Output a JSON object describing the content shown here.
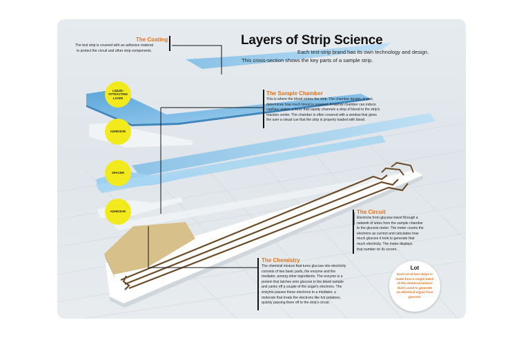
{
  "title": "Layers of Strip Science",
  "subtitle_1": "Each test-strip brand has its own technology and design.",
  "subtitle_2": "This cross-section shows the key parts of a sample strip.",
  "coating": {
    "heading": "The Coating",
    "text_1": "The test strip is covered with an adhesive material",
    "text_2": "to protect the circuit and other strip components."
  },
  "chamber": {
    "heading": "The Sample Chamber",
    "lines": [
      "This is where the blood enters the strip. The chamber design, in part,",
      "determines how much blood is required. A narrow chamber can induce",
      "capillary action, a force that rapidly channels a drop of blood to the strip's",
      "reaction center. The chamber is often covered with a window that gives",
      "the user a visual cue that the strip is properly loaded with blood."
    ]
  },
  "circuit": {
    "heading": "The Circuit",
    "lines": [
      "Electrons from glucose travel through a",
      "network of wires from the sample chamber",
      "to the glucose meter. The meter counts the",
      "electrons as current and calculates how",
      "much glucose it took to generate that",
      "much electricity. The meter displays",
      "that number on its screen."
    ]
  },
  "chemistry": {
    "heading": "The Chemistry",
    "lines": [
      "The chemical mixture that turns glucose into electricity",
      "consists of two basic parts, the enzyme and the",
      "mediator, among other ingredients. The enzyme is a",
      "protein that latches onto glucose in the blood sample",
      "and yanks off a couple of the sugar's electrons. The",
      "enzyme passes these electrons to a mediator, a",
      "molecule that treats the electrons like hot potatoes,",
      "quickly passing them off to the strip's circuit."
    ]
  },
  "layers": {
    "liquid_1": "LIQUID-",
    "liquid_2": "ATTRACTING",
    "liquid_3": "LAYER",
    "adhesive_top": "ADHESIVE",
    "spacer": "SPACER",
    "adhesive_bottom": "ADHESIVE"
  },
  "lot": {
    "title": "Lot",
    "text": "Each lot of test strips is made from a single batch of the chemical mixture that's used to generate an electrical signal from glucose."
  },
  "colors": {
    "accent_orange": "#e8731f",
    "layer_yellow": "#f2ea1c",
    "layer_blue": "#9fd0ef",
    "chemistry_tan": "#d8c08a",
    "circuit_brown": "#6b4a26"
  }
}
